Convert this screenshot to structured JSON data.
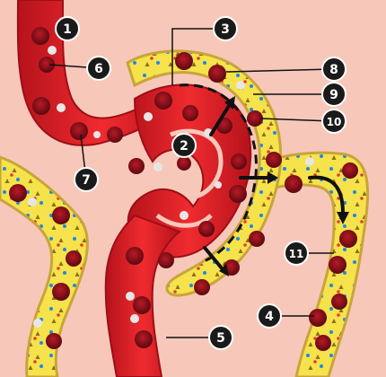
{
  "diagram": {
    "colors": {
      "background": "#f7c8b9",
      "vessel_red": "#e31e24",
      "vessel_dark": "#b5121b",
      "tubule_yellow": "#f6e24a",
      "tubule_border": "#c9a43a",
      "rbc_dark": "#8a0f1a",
      "marker_fill": "#1a1a1a",
      "arrow_fill": "#111111"
    },
    "markers": [
      {
        "label": "1"
      },
      {
        "label": "2"
      },
      {
        "label": "3"
      },
      {
        "label": "4"
      },
      {
        "label": "5"
      },
      {
        "label": "6"
      },
      {
        "label": "7"
      },
      {
        "label": "8"
      },
      {
        "label": "9"
      },
      {
        "label": "10"
      },
      {
        "label": "11"
      }
    ]
  }
}
